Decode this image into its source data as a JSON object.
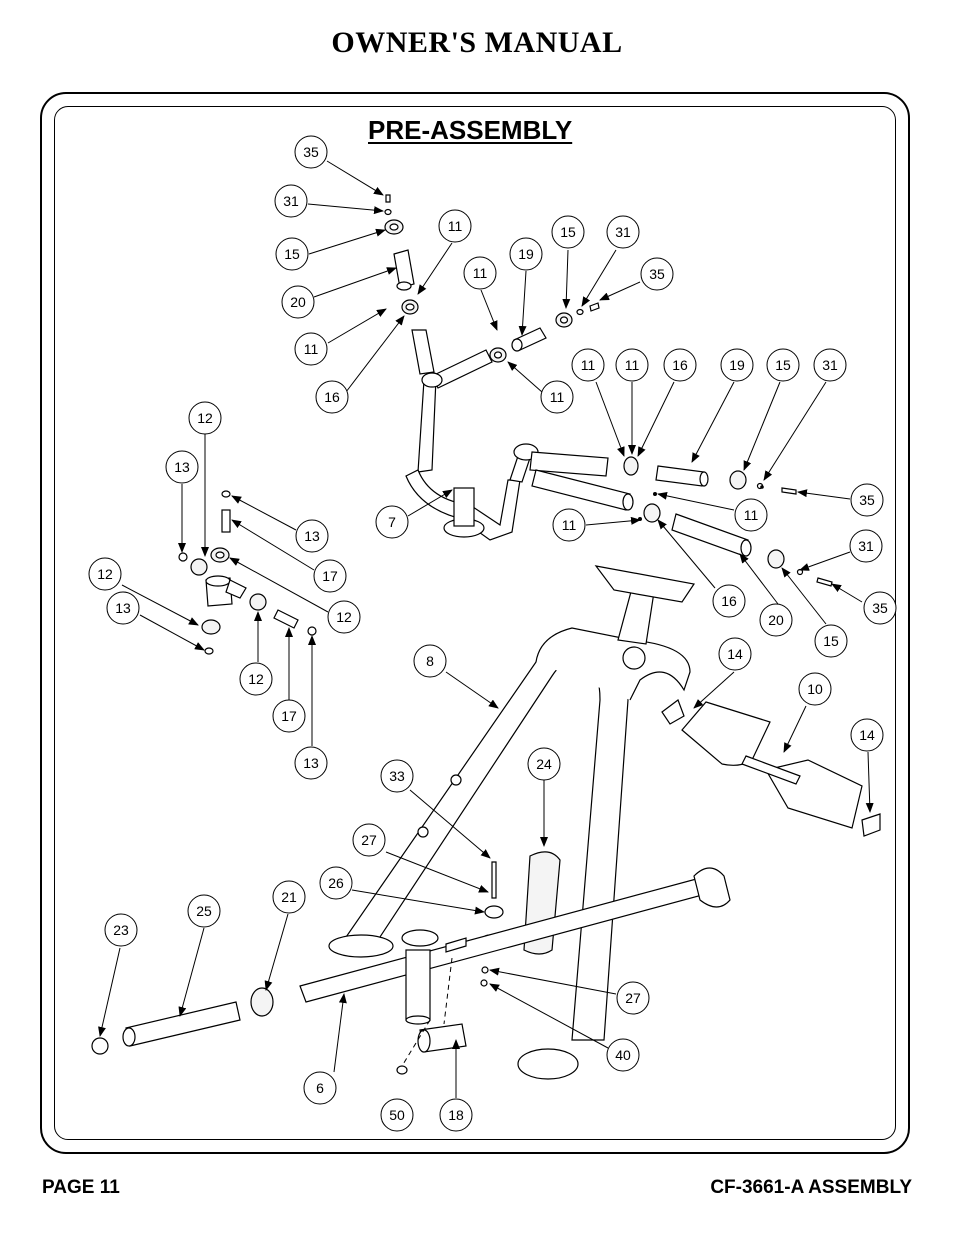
{
  "header": {
    "title": "OWNER'S MANUAL"
  },
  "section": {
    "title": "PRE-ASSEMBLY"
  },
  "footer": {
    "page": "PAGE 11",
    "model": "CF-3661-A ASSEMBLY"
  },
  "diagram": {
    "callouts": [
      {
        "label": "35"
      },
      {
        "label": "31"
      },
      {
        "label": "15"
      },
      {
        "label": "20"
      },
      {
        "label": "11"
      },
      {
        "label": "16"
      },
      {
        "label": "11"
      },
      {
        "label": "11"
      },
      {
        "label": "19"
      },
      {
        "label": "15"
      },
      {
        "label": "31"
      },
      {
        "label": "35"
      },
      {
        "label": "11"
      },
      {
        "label": "11"
      },
      {
        "label": "11"
      },
      {
        "label": "16"
      },
      {
        "label": "19"
      },
      {
        "label": "15"
      },
      {
        "label": "31"
      },
      {
        "label": "35"
      },
      {
        "label": "11"
      },
      {
        "label": "11"
      },
      {
        "label": "7"
      },
      {
        "label": "16"
      },
      {
        "label": "20"
      },
      {
        "label": "15"
      },
      {
        "label": "31"
      },
      {
        "label": "35"
      },
      {
        "label": "12"
      },
      {
        "label": "13"
      },
      {
        "label": "13"
      },
      {
        "label": "17"
      },
      {
        "label": "12"
      },
      {
        "label": "12"
      },
      {
        "label": "13"
      },
      {
        "label": "12"
      },
      {
        "label": "17"
      },
      {
        "label": "13"
      },
      {
        "label": "8"
      },
      {
        "label": "14"
      },
      {
        "label": "10"
      },
      {
        "label": "14"
      },
      {
        "label": "33"
      },
      {
        "label": "24"
      },
      {
        "label": "27"
      },
      {
        "label": "26"
      },
      {
        "label": "21"
      },
      {
        "label": "25"
      },
      {
        "label": "23"
      },
      {
        "label": "6"
      },
      {
        "label": "27"
      },
      {
        "label": "40"
      },
      {
        "label": "50"
      },
      {
        "label": "18"
      }
    ]
  }
}
